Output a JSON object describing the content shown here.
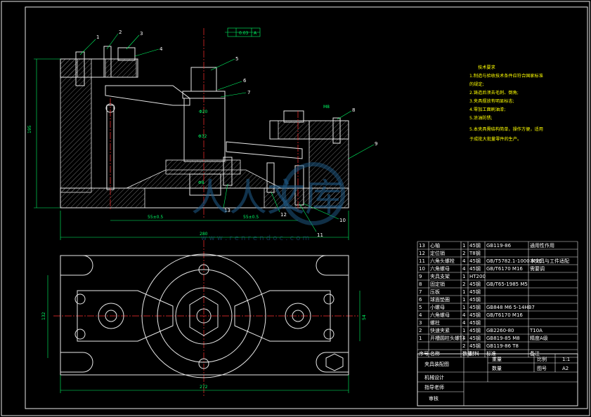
{
  "drawing": {
    "flatness_tolerance": "0.03",
    "datum": "A",
    "dim_height": "195",
    "dim_width_front": "280",
    "dim_left_offset": "55±0.5",
    "dim_right_offset": "55±0.5",
    "dim_bore": "Φ32",
    "dim_d20": "Φ20",
    "dim_m8": "M8",
    "dim_d8": "Φ8",
    "dim_width_top": "272",
    "dim_top_h": "132",
    "dim_top_h2": "54"
  },
  "balloons": [
    "1",
    "2",
    "3",
    "4",
    "5",
    "6",
    "7",
    "8",
    "9",
    "10",
    "11",
    "12",
    "13"
  ],
  "tech_notes": {
    "title": "技术要求",
    "lines": [
      "1.制造与验收技术条件应符合国家标准",
      "的规定;",
      "2.铸造后须去毛刺、倒角;",
      "3.夹具摆放有明显标志;",
      "4.零加工面刷油漆;",
      "5.涂油防锈;",
      "5.本夹具需结构简单，操作方便，适用",
      "于成批大批量零件的生产。"
    ]
  },
  "bom": {
    "rows": [
      {
        "no": "13",
        "name": "心轴",
        "qty": "1",
        "mat": "45钢",
        "std": "GB119-86",
        "note": "通用性作用"
      },
      {
        "no": "12",
        "name": "定位销",
        "qty": "2",
        "mat": "T8钢",
        "std": "",
        "note": ""
      },
      {
        "no": "11",
        "name": "六角头螺栓",
        "qty": "4",
        "mat": "45钢",
        "std": "GB/T5782.1-1000 M16",
        "note": "本夹具与工件适配"
      },
      {
        "no": "10",
        "name": "六角螺母",
        "qty": "4",
        "mat": "45钢",
        "std": "GB/T6170 M16",
        "note": "需要调"
      },
      {
        "no": "9",
        "name": "夹具支架",
        "qty": "1",
        "mat": "HT200",
        "std": "",
        "note": ""
      },
      {
        "no": "8",
        "name": "固定销",
        "qty": "2",
        "mat": "45钢",
        "std": "GB/T65-1985 M5",
        "note": ""
      },
      {
        "no": "7",
        "name": "压板",
        "qty": "1",
        "mat": "45钢",
        "std": "",
        "note": ""
      },
      {
        "no": "6",
        "name": "球面垫圈",
        "qty": "1",
        "mat": "45钢",
        "std": "",
        "note": ""
      },
      {
        "no": "5",
        "name": "小螺母",
        "qty": "1",
        "mat": "45钢",
        "std": "GB848 M6 5-14HB7",
        "note": ""
      },
      {
        "no": "4",
        "name": "六角螺母",
        "qty": "4",
        "mat": "45钢",
        "std": "GB/T6170 M16",
        "note": ""
      },
      {
        "no": "3",
        "name": "螺柱",
        "qty": "4",
        "mat": "45钢",
        "std": "",
        "note": ""
      },
      {
        "no": "2",
        "name": "快速夹紧",
        "qty": "1",
        "mat": "45钢",
        "std": "GB2260-80",
        "note": "T10A"
      },
      {
        "no": "1",
        "name": "开槽圆柱头螺钉",
        "qty": "4",
        "mat": "45钢",
        "std": "GB819-85 M8",
        "note": "精度A级"
      },
      {
        "no": "",
        "name": "",
        "qty": "2",
        "mat": "45钢",
        "std": "GB119-86 T8",
        "note": ""
      }
    ],
    "header": {
      "no": "序号",
      "name": "名称",
      "qty": "数量",
      "mat": "材料",
      "std": "标准",
      "note": "备注"
    }
  },
  "title_block": {
    "name": "夹具装配图",
    "weight_label": "重量",
    "scale_label": "比例",
    "scale_value": "1:1",
    "qty_label": "数量",
    "sheet_label": "图号",
    "sheet_value": "A2",
    "designer_label": "机械设计",
    "checker_label": "指导老师",
    "reviewer_label": "审核"
  },
  "watermark": {
    "text": "人人文库",
    "url": "w w w . r e n r e n d o c . c o m"
  },
  "colors": {
    "background": "#000000",
    "outline": "#e8e8e8",
    "centerline": "#ff3030",
    "dimension": "#00ff66",
    "note": "#ffff00",
    "watermark": "#1f5e8c"
  }
}
